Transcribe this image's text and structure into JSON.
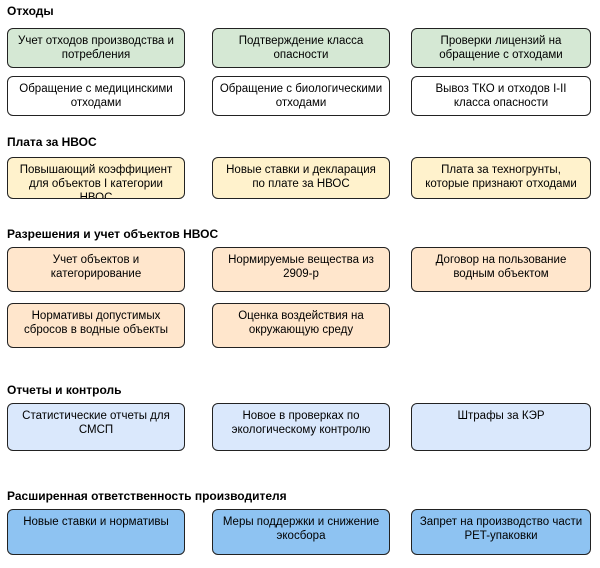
{
  "sections": [
    {
      "title": "Отходы",
      "boxes": [
        "Учет отходов производства и потребления",
        "Подтверждение класса опасности",
        "Проверки лицензий на обращение с отходами",
        "Обращение с медицинскими отходами",
        "Обращение с биологическими отходами",
        "Вывоз ТКО и отходов I-II класса опасности"
      ]
    },
    {
      "title": "Плата за НВОС",
      "boxes": [
        "Повышающий коэффициент для объектов I категории НВОС",
        "Новые ставки и декларация по плате за НВОС",
        "Плата за техногрунты, которые признают отходами"
      ]
    },
    {
      "title": "Разрешения и учет объектов НВОС",
      "boxes": [
        "Учет объектов и категорирование",
        "Нормируемые вещества из 2909-р",
        "Договор на пользование водным объектом",
        "Нормативы допустимых сбросов в водные объекты",
        "Оценка воздействия на окружающую среду"
      ]
    },
    {
      "title": "Отчеты и контроль",
      "boxes": [
        "Статистические отчеты для СМСП",
        "Новое в проверках по экологическому контролю",
        "Штрафы за КЭР"
      ]
    },
    {
      "title": "Расширенная ответственность производителя",
      "boxes": [
        "Новые ставки и нормативы",
        "Меры поддержки и снижение экосбора",
        "Запрет на производство части PET-упаковки"
      ]
    }
  ],
  "colors": {
    "green": "#d5e8d4",
    "white": "#ffffff",
    "yellow": "#fff2cc",
    "orange": "#ffe6cc",
    "light_blue": "#dae8fc",
    "blue": "#8ec3f2"
  }
}
